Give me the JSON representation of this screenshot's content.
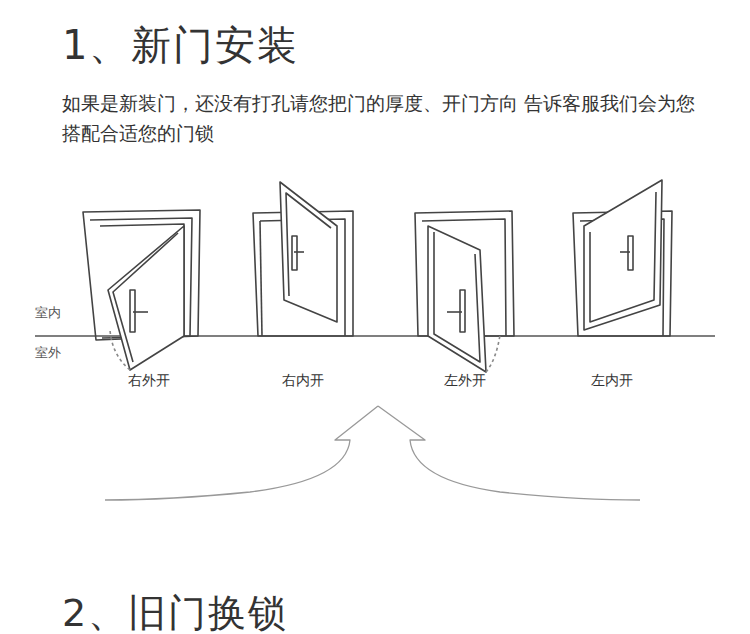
{
  "diagram": {
    "title": "1、新门安装",
    "labels": [
      "如果是新装门，还没有打孔请您把门的厚度、开门方向 告诉客服我们会为您搭配合适您的门锁",
      "室内",
      "室外",
      "右外开",
      "右内开",
      "左外开",
      "左内开",
      "2、旧门换锁"
    ]
  }
}
